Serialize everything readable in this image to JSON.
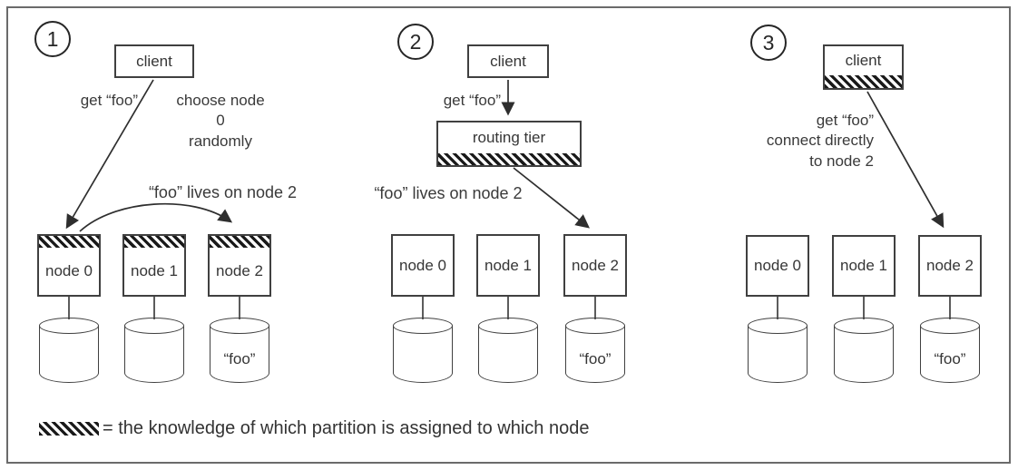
{
  "panels": [
    {
      "number": "1",
      "client": "client",
      "get_label": "get “foo”",
      "choose_label": "choose node 0\nrandomly",
      "lives_label": "“foo” lives on node 2",
      "nodes": [
        "node 0",
        "node 1",
        "node 2"
      ],
      "db_label": "“foo”"
    },
    {
      "number": "2",
      "client": "client",
      "get_label": "get “foo”",
      "routing_tier": "routing tier",
      "lives_label": "“foo” lives on node 2",
      "nodes": [
        "node 0",
        "node 1",
        "node 2"
      ],
      "db_label": "“foo”"
    },
    {
      "number": "3",
      "client": "client",
      "note_label": "get “foo”\nconnect directly\nto node 2",
      "nodes": [
        "node 0",
        "node 1",
        "node 2"
      ],
      "db_label": "“foo”"
    }
  ],
  "legend": {
    "text": "= the knowledge of which partition is assigned to which node"
  },
  "colors": {
    "line": "#3a3a3a",
    "text": "#363636",
    "hatch_dark": "#191919",
    "border": "#404040"
  }
}
